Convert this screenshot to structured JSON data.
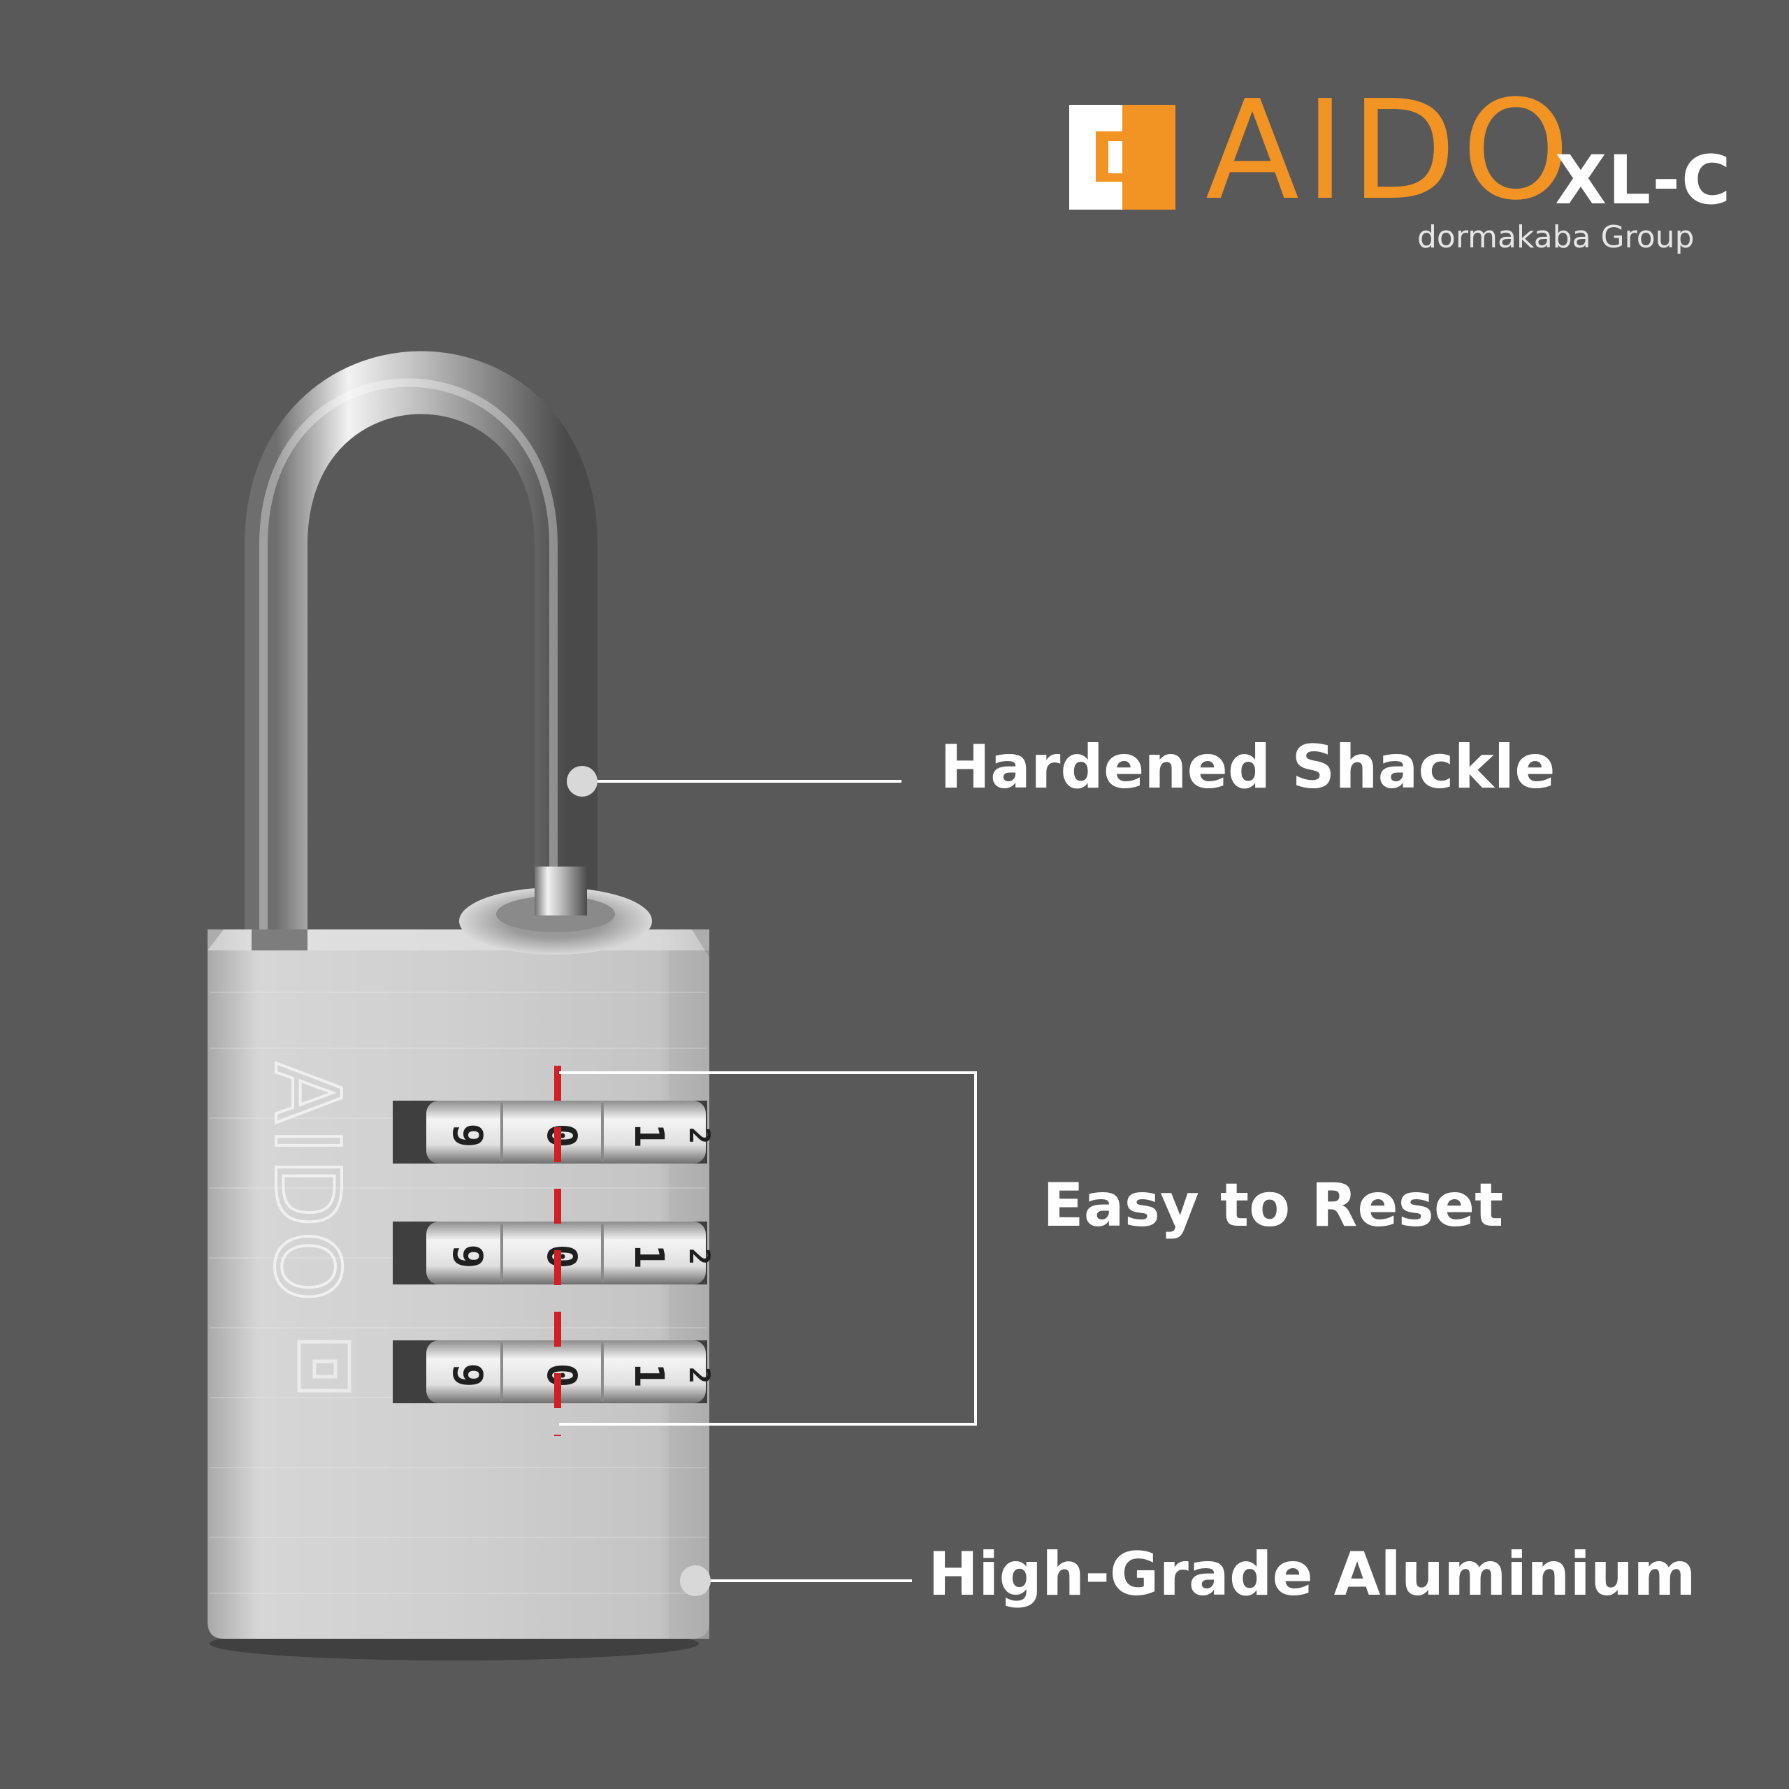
{
  "brand": {
    "logo_icon": "aido-square-logo-icon",
    "name": "AIDO",
    "model": "XL-C",
    "group": "dormakaba Group"
  },
  "features": {
    "shackle": "Hardened Shackle",
    "reset": "Easy to Reset",
    "aluminium": "High-Grade Aluminium"
  },
  "product": {
    "engraving": "AIDO",
    "dials": [
      {
        "digits": [
          "9",
          "0",
          "1",
          "2"
        ],
        "selected": "0"
      },
      {
        "digits": [
          "9",
          "0",
          "1",
          "2"
        ],
        "selected": "0"
      },
      {
        "digits": [
          "9",
          "0",
          "1",
          "2"
        ],
        "selected": "0"
      }
    ]
  },
  "colors": {
    "background": "#595959",
    "accent": "#f29424",
    "indicator": "#d11f26"
  }
}
